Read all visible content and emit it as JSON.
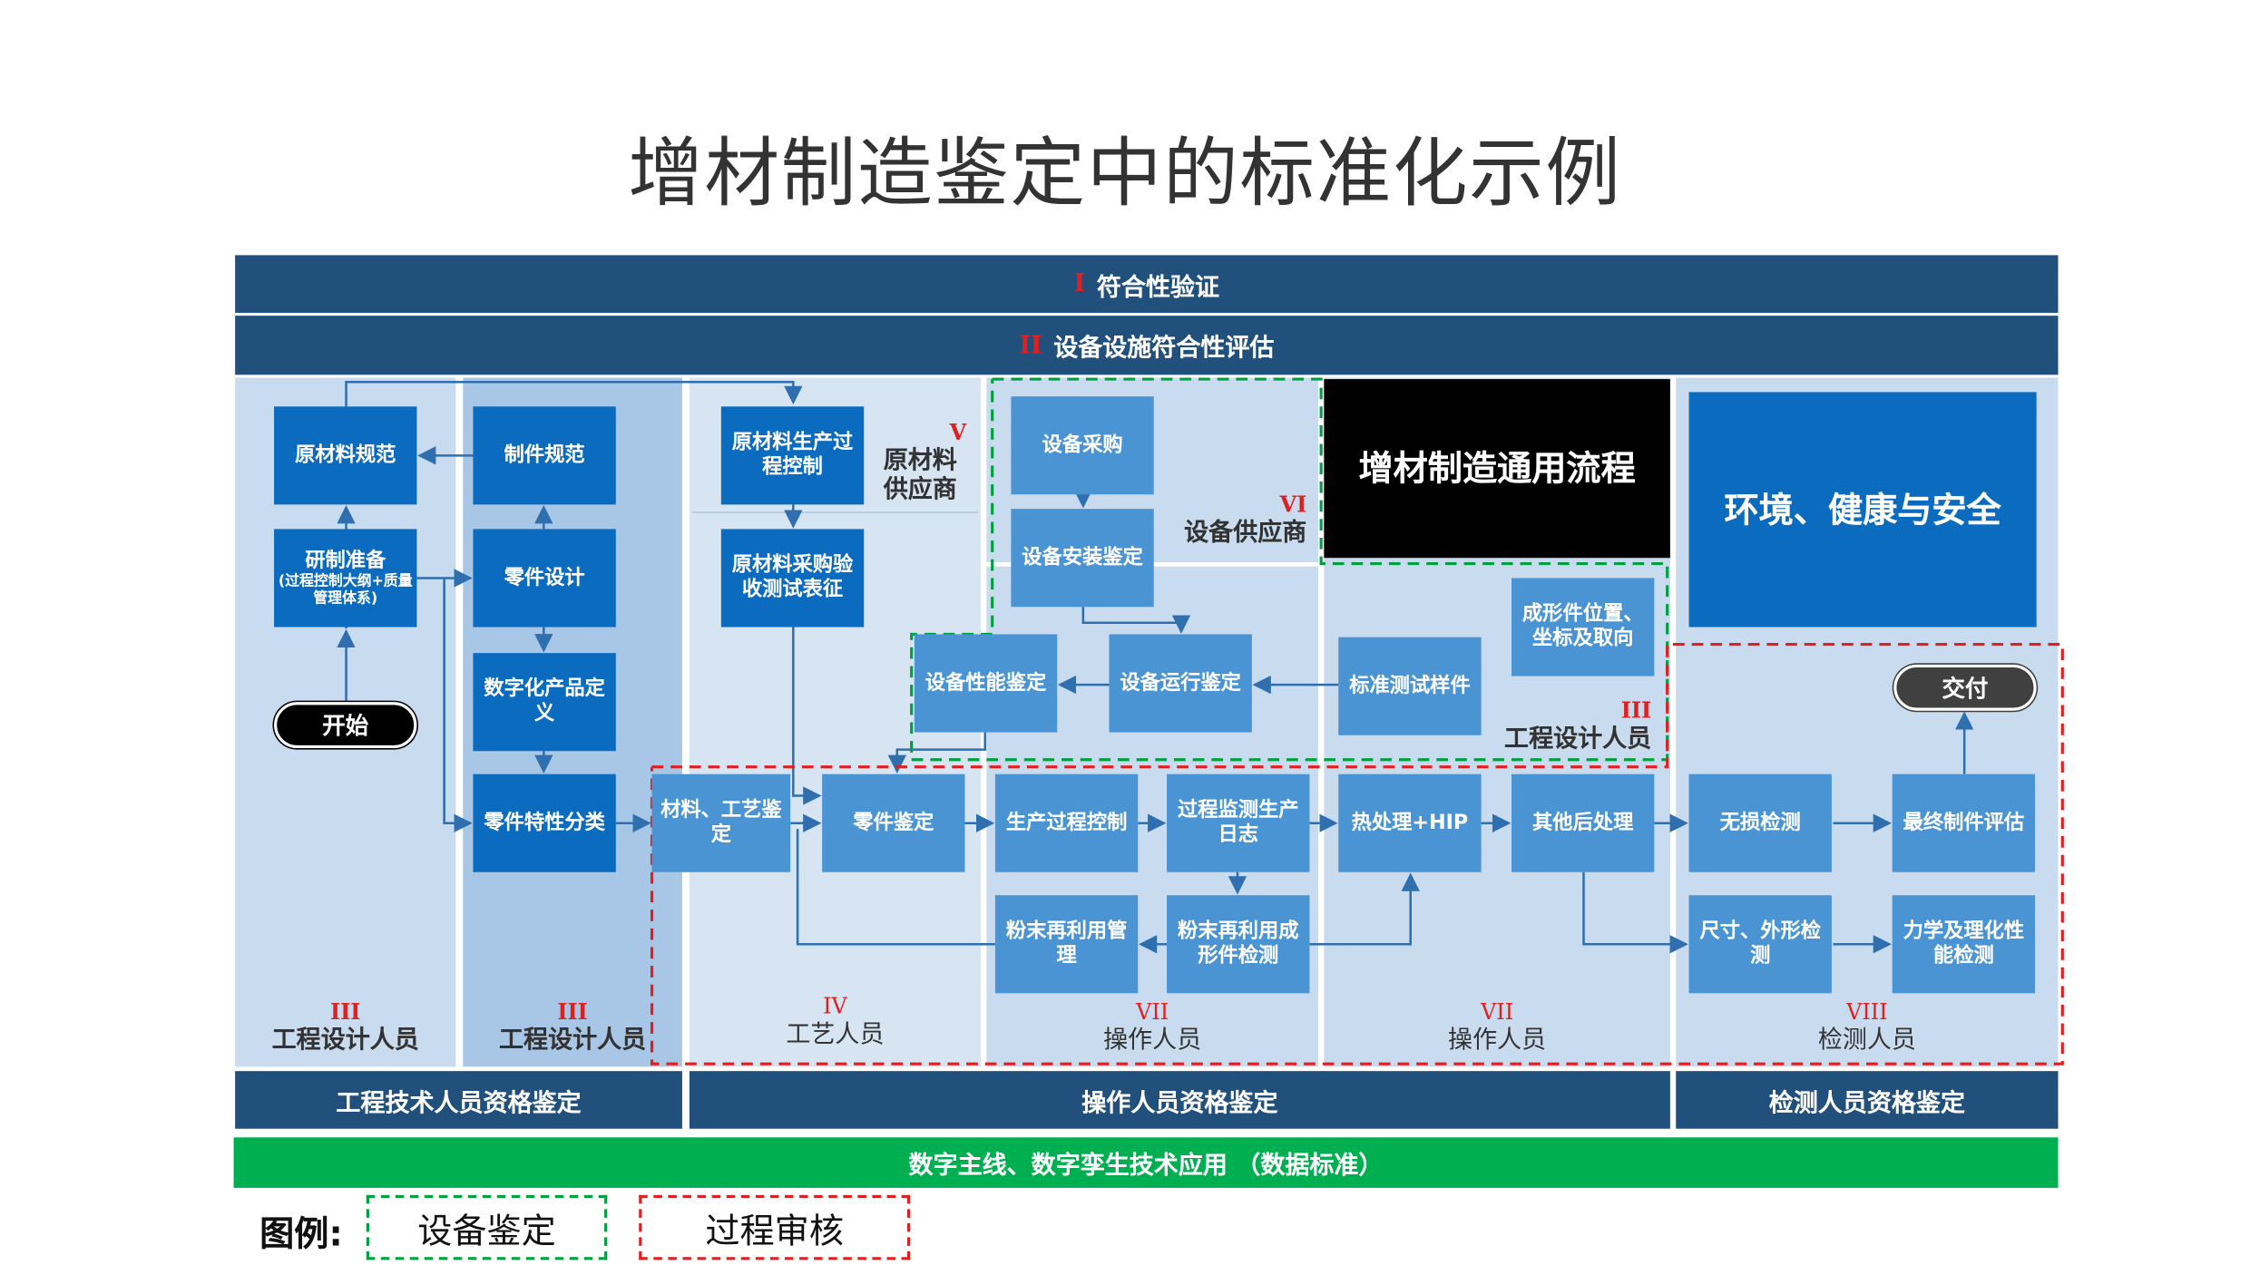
{
  "title": "增材制造鉴定中的标准化示例",
  "bands": [
    {
      "numeral": "I",
      "label": "符合性验证"
    },
    {
      "numeral": "II",
      "label": "设备设施符合性评估"
    }
  ],
  "boxes": {
    "raw_spec": "原材料规范",
    "part_spec": "制件规范",
    "raw_prod": "原材料生产过程控制",
    "prep": "研制准备",
    "prep_sub": "(过程控制大纲+质量管理体系)",
    "part_design": "零件设计",
    "raw_accept": "原材料采购验收测试表征",
    "digital_def": "数字化产品定义",
    "part_class": "零件特性分类",
    "start": "开始",
    "eq_purchase": "设备采购",
    "eq_install": "设备安装鉴定",
    "eq_perf": "设备性能鉴定",
    "eq_oper": "设备运行鉴定",
    "std_sample": "标准测试样件",
    "position": "成形件位置、坐标及取向",
    "am_process": "增材制造通用流程",
    "ehs": "环境、健康与安全",
    "deliver": "交付",
    "mat_proc": "材料、工艺鉴定",
    "part_qual": "零件鉴定",
    "prod_ctrl": "生产过程控制",
    "monitor": "过程监测生产日志",
    "heat": "热处理+HIP",
    "post": "其他后处理",
    "ndt": "无损检测",
    "final_eval": "最终制件评估",
    "powder_mgmt": "粉末再利用管理",
    "powder_test": "粉末再利用成形件检测",
    "dimension": "尺寸、外形检测",
    "mech": "力学及理化性能检测"
  },
  "suppliers": {
    "raw": {
      "numeral": "V",
      "label": "原材料供应商"
    },
    "equipment": {
      "numeral": "VI",
      "label": "设备供应商"
    },
    "eng_upper": {
      "numeral": "III",
      "label": "工程设计人员"
    }
  },
  "roles": [
    {
      "numeral": "III",
      "label": "工程设计人员"
    },
    {
      "numeral": "III",
      "label": "工程设计人员"
    },
    {
      "numeral": "IV",
      "label": "工艺人员"
    },
    {
      "numeral": "VII",
      "label": "操作人员"
    },
    {
      "numeral": "VII",
      "label": "操作人员"
    },
    {
      "numeral": "VIII",
      "label": "检测人员"
    }
  ],
  "bottom_bars": [
    "工程技术人员资格鉴定",
    "操作人员资格鉴定",
    "检测人员资格鉴定"
  ],
  "green_bar": "数字主线、数字孪生技术应用 （数据标准）",
  "legend": {
    "title": "图例:",
    "equipment": "设备鉴定",
    "process": "过程审核"
  },
  "colors": {
    "band": "#22507d",
    "dark_box": "#0b6bbf",
    "light_box": "#4b94d3",
    "green": "#00b050",
    "red": "#e02020"
  }
}
